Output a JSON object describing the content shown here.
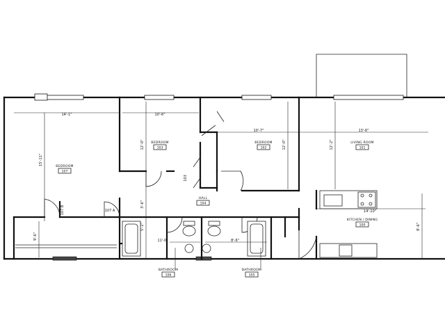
{
  "rooms": [
    {
      "name": "BEDROOM",
      "number": "107"
    },
    {
      "name": "BEDROOM",
      "number": "103"
    },
    {
      "name": "BEDROOM",
      "number": "102"
    },
    {
      "name": "LIVING ROOM",
      "number": "101"
    },
    {
      "name": "HALL",
      "number": "104"
    },
    {
      "name": "KITCHEN / DINING",
      "number": "100"
    },
    {
      "name": "BATHROOM",
      "number": "106"
    },
    {
      "name": "BATHROOM",
      "number": "105"
    }
  ],
  "closets": {
    "c107b": "107 B",
    "c107a": "107 A",
    "c103": "103"
  },
  "dimensions": {
    "bedroom107_width": "14'-1\"",
    "bedroom107_depth": "15'-11\"",
    "bedroom103_width": "10'-6\"",
    "bedroom103_depth": "12'-0\"",
    "bedroom102_width": "10'-7\"",
    "bedroom102_depth": "12'-0\"",
    "living_width": "13'-6\"",
    "living_depth": "12'-2\"",
    "kitchen_width": "14'-10\"",
    "kitchen_depth": "8'-6\"",
    "closet_depth": "9'-6\"",
    "hall_depth": "3'-6\"",
    "bath106_depth": "5'-2\"",
    "bath106_width": "11'-0\"",
    "bath105_width": "8'-6\""
  }
}
